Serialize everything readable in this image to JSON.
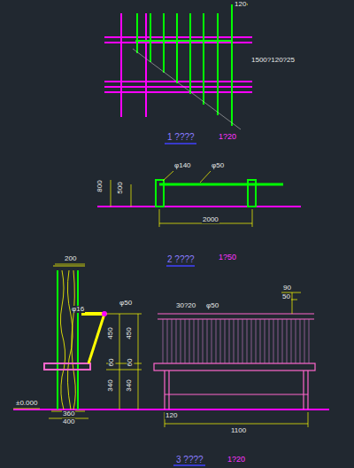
{
  "diagram": {
    "labels": [
      "120",
      "1500?120?25",
      "1 ????",
      "1?20",
      "φ140",
      "φ50",
      "800",
      "500",
      "2000",
      "2 ????",
      "1?50",
      "200",
      "φ16",
      "φ50",
      "450",
      "60",
      "340",
      "360",
      "400",
      "±0.000",
      "30?20",
      "φ50",
      "90",
      "50",
      "450",
      "60",
      "340",
      "120",
      "1100",
      "3 ????",
      "1?20"
    ]
  }
}
